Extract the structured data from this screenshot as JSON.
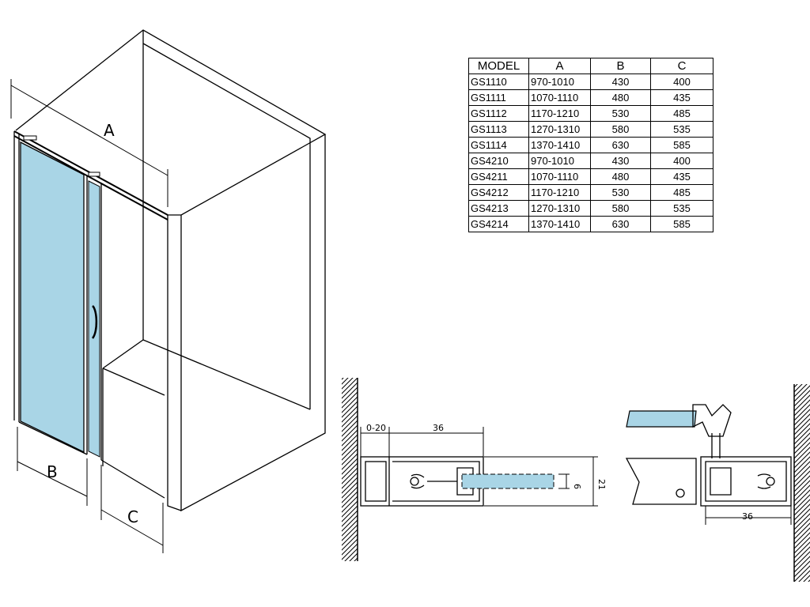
{
  "colors": {
    "glass": "#a9d5e6",
    "line": "#000000",
    "background": "#ffffff"
  },
  "dimension_labels": {
    "a": "A",
    "b": "B",
    "c": "C"
  },
  "table": {
    "headers": [
      "MODEL",
      "A",
      "B",
      "C"
    ],
    "rows": [
      [
        "GS1110",
        "970-1010",
        "430",
        "400"
      ],
      [
        "GS1111",
        "1070-1110",
        "480",
        "435"
      ],
      [
        "GS1112",
        "1170-1210",
        "530",
        "485"
      ],
      [
        "GS1113",
        "1270-1310",
        "580",
        "535"
      ],
      [
        "GS1114",
        "1370-1410",
        "630",
        "585"
      ],
      [
        "GS4210",
        "970-1010",
        "430",
        "400"
      ],
      [
        "GS4211",
        "1070-1110",
        "480",
        "435"
      ],
      [
        "GS4212",
        "1170-1210",
        "530",
        "485"
      ],
      [
        "GS4213",
        "1270-1310",
        "580",
        "535"
      ],
      [
        "GS4214",
        "1370-1410",
        "630",
        "585"
      ]
    ]
  },
  "profile_left": {
    "dim_gap": "0-20",
    "dim_width": "36",
    "dim_glass": "6",
    "dim_height": "21"
  },
  "profile_right": {
    "dim_width": "36"
  }
}
